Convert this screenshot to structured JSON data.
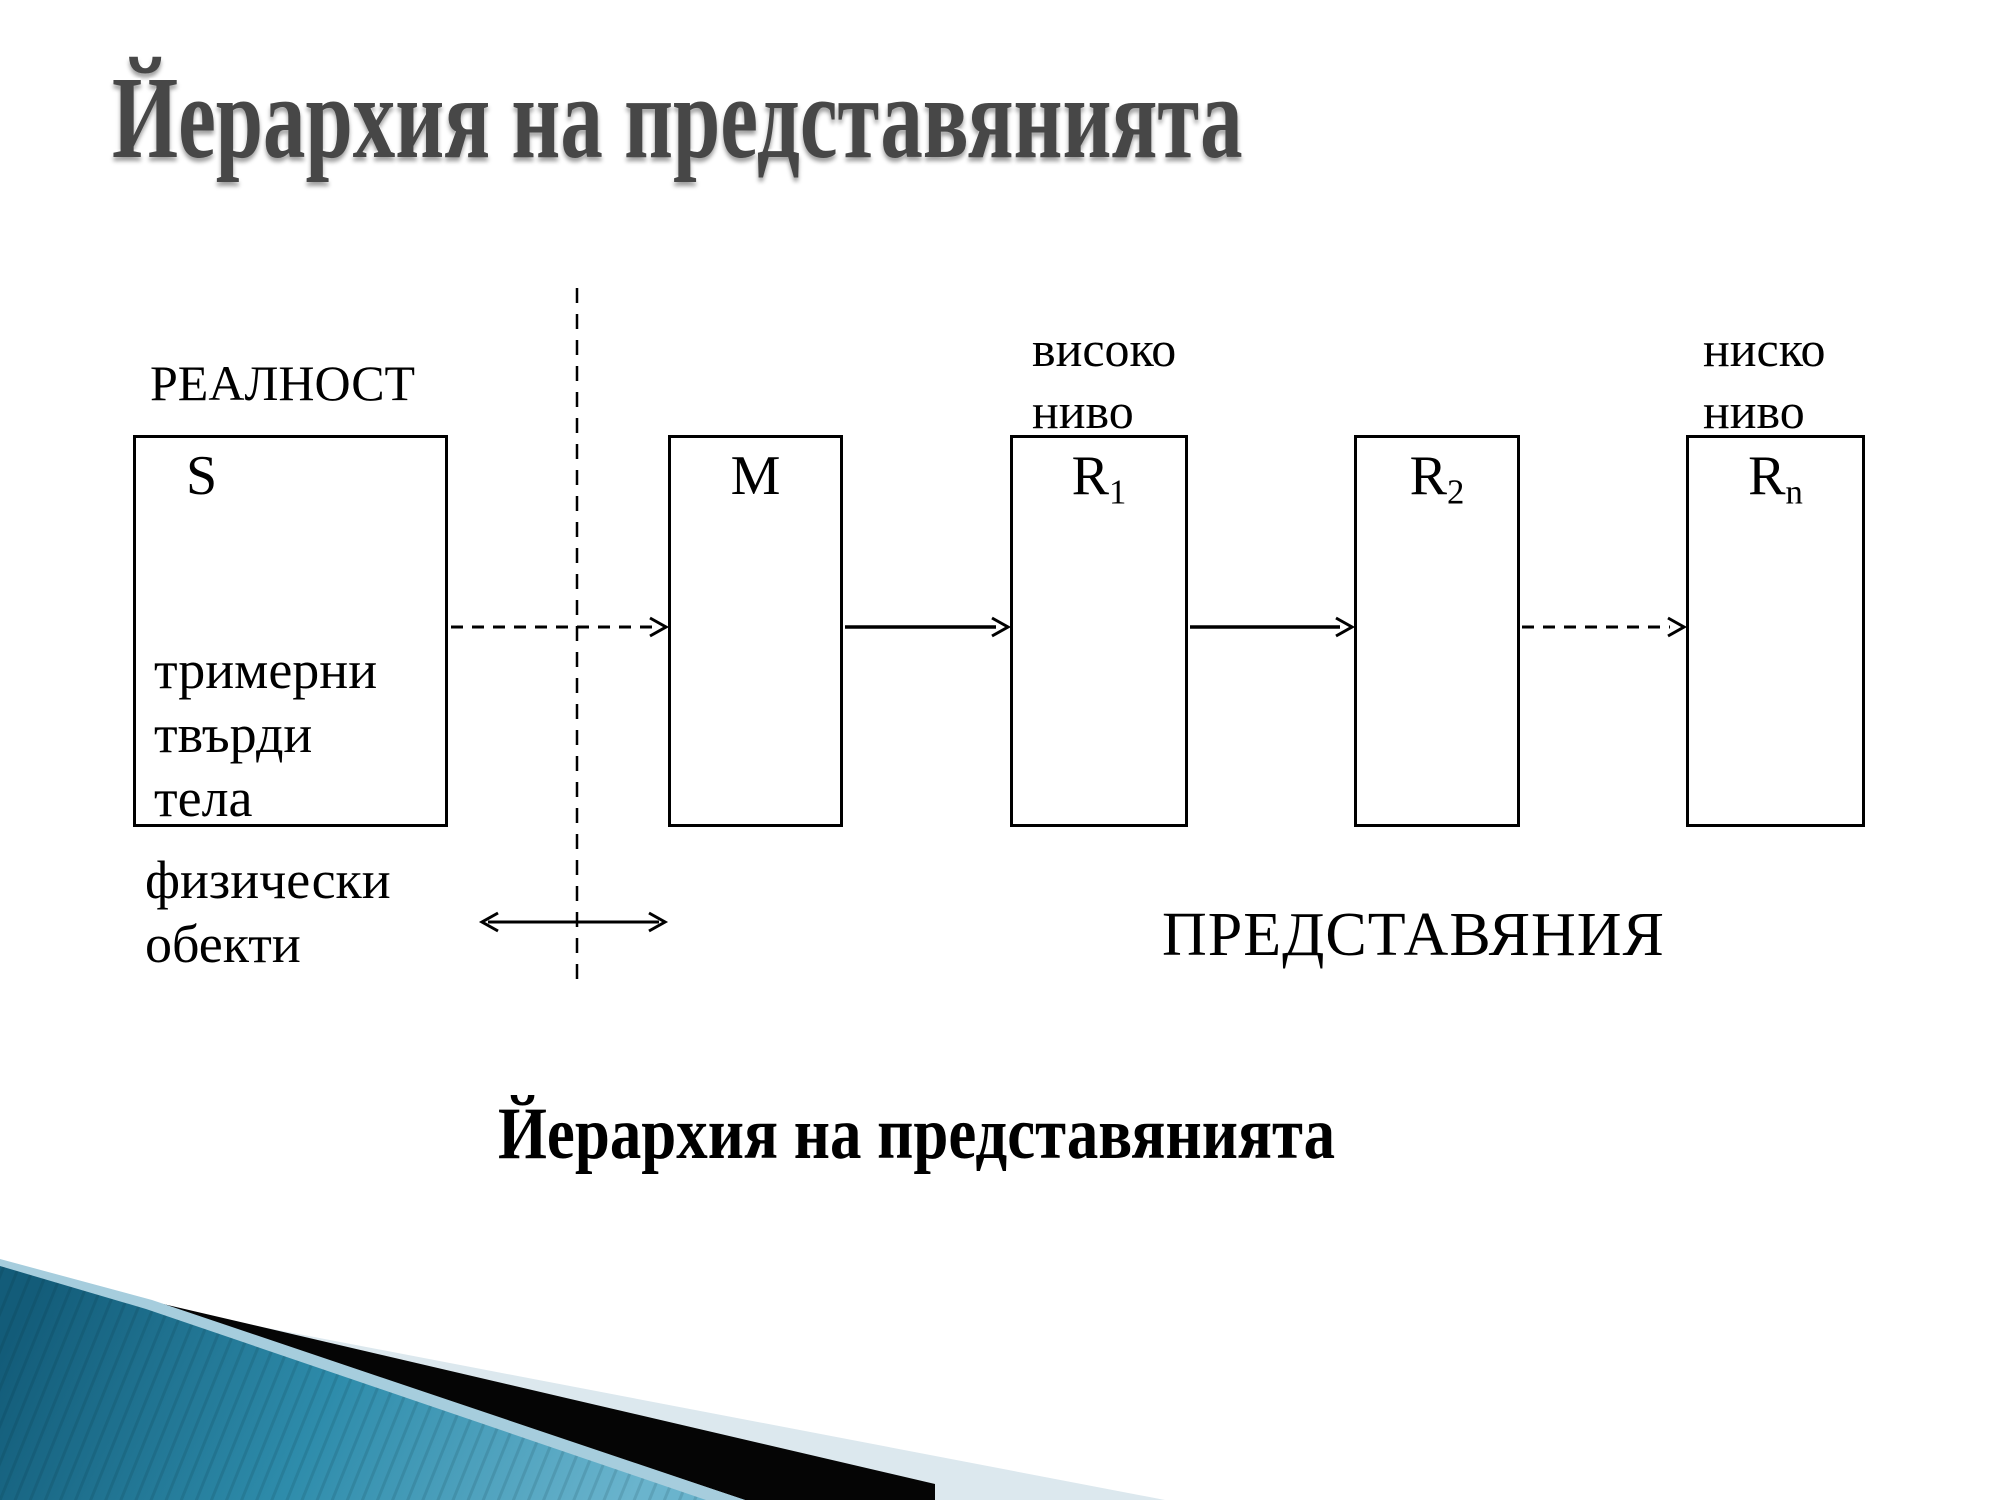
{
  "slide": {
    "title": "Йерархия на представянията",
    "caption": "Йерархия на представянията"
  },
  "labels": {
    "reality": "РЕАЛНОСТ",
    "representations": "ПРЕДСТАВЯНИЯ",
    "high_level": {
      "line1": "високо",
      "line2": "ниво"
    },
    "low_level": {
      "line1": "ниско",
      "line2": "ниво"
    },
    "s_body": {
      "line1": "тримерни",
      "line2": "твърди",
      "line3": "тела"
    },
    "s_below": {
      "line1": "физически",
      "line2": "обекти"
    }
  },
  "boxes": {
    "s": {
      "label": "S"
    },
    "m": {
      "label": "M"
    },
    "r1": {
      "label": "R",
      "sub": "1"
    },
    "r2": {
      "label": "R",
      "sub": "2"
    },
    "rn": {
      "label": "R",
      "sub": "n"
    }
  },
  "colors": {
    "title_gray": "#474747",
    "line_black": "#000000",
    "stripe_black": "#050505",
    "teal_dark": "#135c79",
    "teal_mid": "#2e8cab",
    "teal_light": "#6ab4cd",
    "edge_blue": "#a6cddd",
    "pale_blue": "#dce8ee"
  }
}
